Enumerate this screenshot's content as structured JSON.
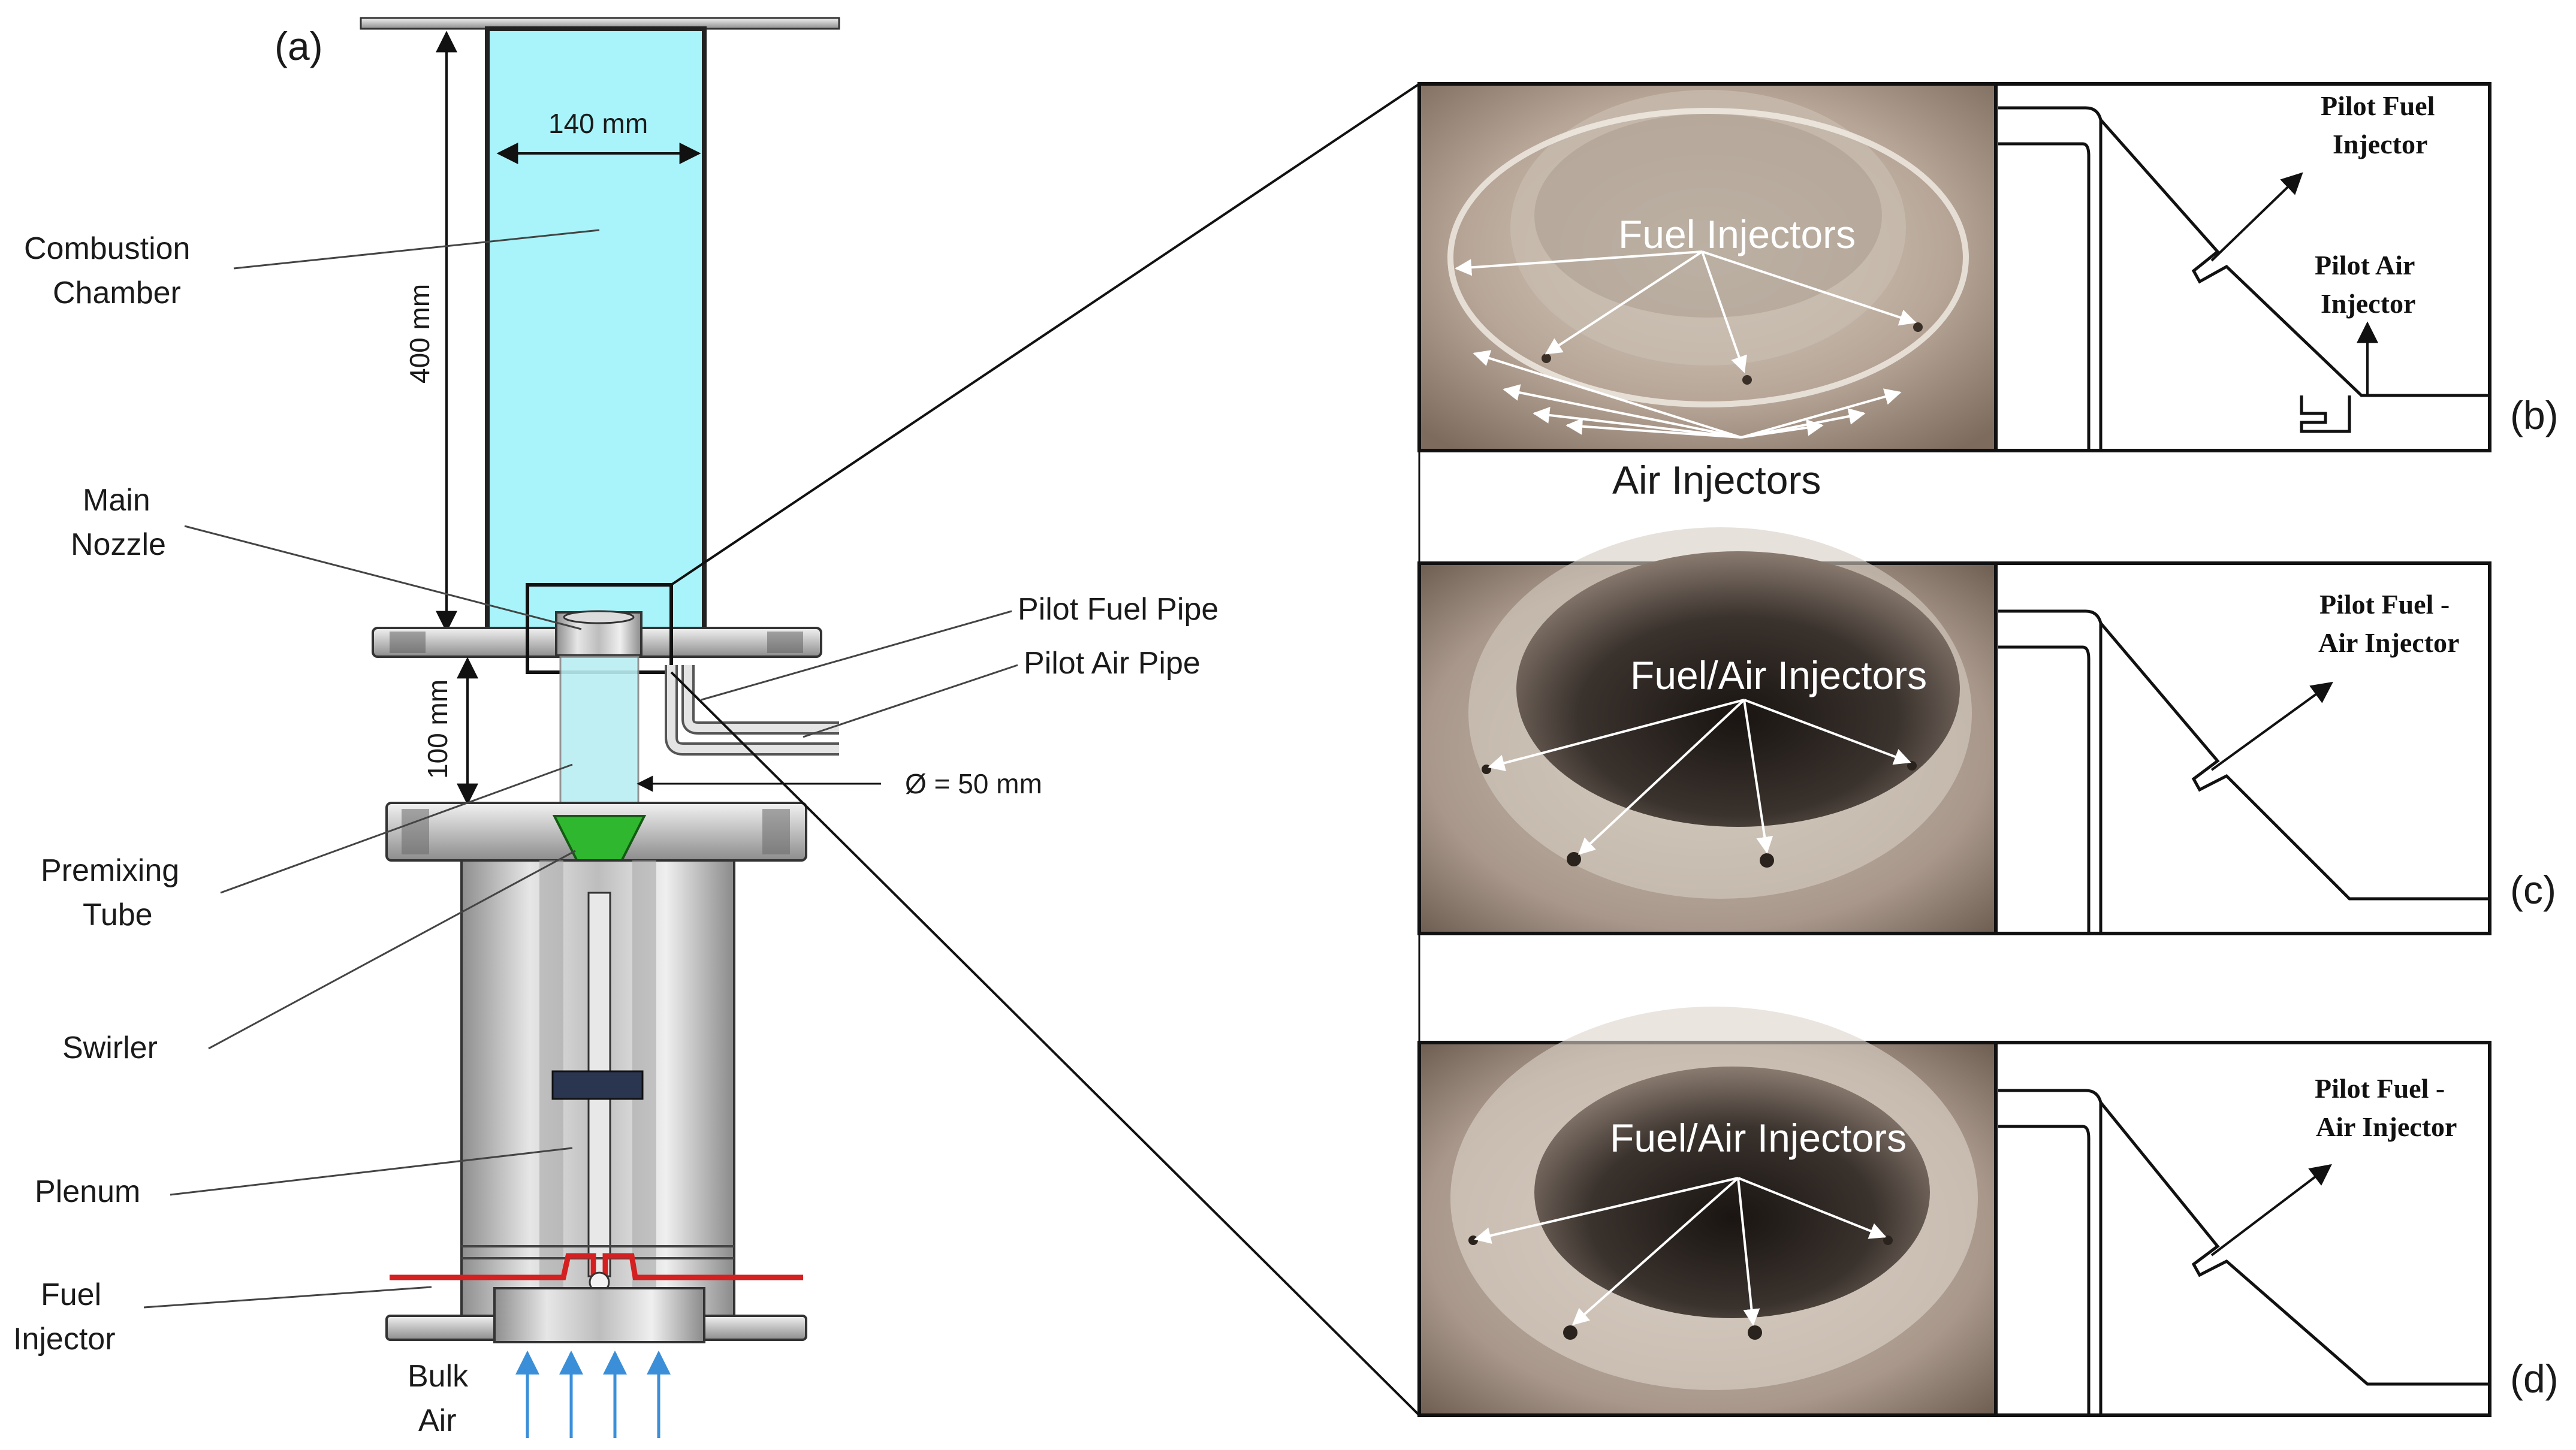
{
  "panel_a": {
    "tag": "(a)",
    "labels": {
      "combustion_chamber": [
        "Combustion",
        "Chamber"
      ],
      "main_nozzle": [
        "Main",
        "Nozzle"
      ],
      "premixing_tube": [
        "Premixing",
        "Tube"
      ],
      "swirler": "Swirler",
      "plenum": "Plenum",
      "fuel_injector": [
        "Fuel",
        "Injector"
      ],
      "bulk_air": [
        "Bulk",
        "Air"
      ],
      "pilot_fuel_pipe": "Pilot Fuel Pipe",
      "pilot_air_pipe": "Pilot Air Pipe"
    },
    "dimensions": {
      "chamber_width": "140 mm",
      "chamber_height": "400 mm",
      "tube_length": "100 mm",
      "tube_diameter": "Ø = 50 mm"
    }
  },
  "panel_b": {
    "tag": "(b)",
    "photo_label": "Fuel Injectors",
    "below_label": "Air Injectors",
    "schematic": {
      "label1": [
        "Pilot Fuel",
        "Injector"
      ],
      "label2": [
        "Pilot Air",
        "Injector"
      ]
    }
  },
  "panel_c": {
    "tag": "(c)",
    "photo_label": "Fuel/Air Injectors",
    "schematic": {
      "label1": [
        "Pilot  Fuel -",
        "Air Injector"
      ]
    }
  },
  "panel_d": {
    "tag": "(d)",
    "photo_label": "Fuel/Air Injectors",
    "schematic": {
      "label1": [
        "Pilot  Fuel -",
        "Air Injector"
      ]
    }
  },
  "colors": {
    "chamber_fill": "#a8f4fa",
    "swirler_fill": "#2fb82f",
    "fuel_line": "#d42020",
    "air_arrows": "#3a8fd8",
    "metal": "#c8c8c8"
  }
}
